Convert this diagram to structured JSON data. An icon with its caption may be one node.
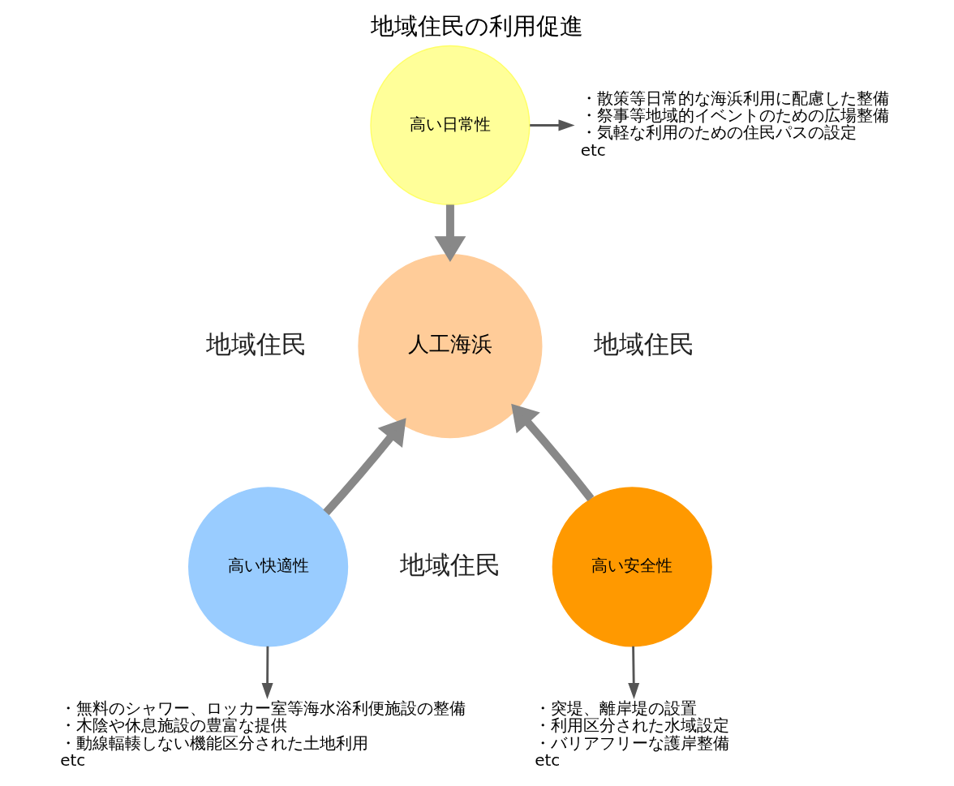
{
  "diagram": {
    "title": "地域住民の利用促進",
    "nodes": [
      {
        "text": [
          "人工海浜"
        ]
      },
      {
        "text": [
          "高い日常性"
        ]
      },
      {
        "text": [
          "高い安全性"
        ]
      },
      {
        "text": [
          "高い快適性"
        ]
      },
      {
        "text": [
          "・散策等日常的な海浜利用に配慮した整備",
          "・祭事等地域的イベントのための広場整備",
          "・気軽な利用のための住民パスの設定",
          "etc"
        ]
      },
      {
        "text": [
          "・突堤、離岸堤の設置",
          "・利用区分された水域設定",
          "・バリアフリーな護岸整備",
          "etc"
        ]
      },
      {
        "text": [
          "・無料のシャワー、ロッカー室等海水浴利便施設の整備",
          "・木陰や休息施設の豊富な提供",
          "・動線輻輳しない機能区分された土地利用",
          "etc"
        ]
      }
    ],
    "edges": [
      {
        "from": 1,
        "to": 0,
        "arrow": "to",
        "style": "thick"
      },
      {
        "from": 2,
        "to": 0,
        "arrow": "to",
        "style": "thick"
      },
      {
        "from": 3,
        "to": 0,
        "arrow": "to",
        "style": "thick"
      },
      {
        "from": 1,
        "to": 4,
        "arrow": "to"
      },
      {
        "from": 2,
        "to": 5,
        "arrow": "to"
      },
      {
        "from": 3,
        "to": 6,
        "arrow": "to"
      }
    ],
    "labels": [
      "地域住民",
      "地域住民",
      "地域住民"
    ]
  }
}
